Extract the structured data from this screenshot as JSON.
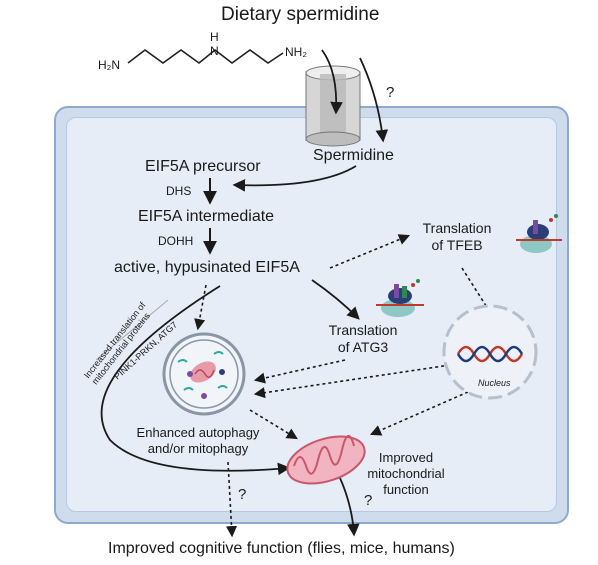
{
  "title": "Dietary spermidine",
  "molecule": {
    "left": "H₂N",
    "nh": "H",
    "n": "N",
    "right": "NH₂"
  },
  "question_mark": "?",
  "spermidine": "Spermidine",
  "eif5a_precursor": "EIF5A precursor",
  "dhs": "DHS",
  "eif5a_intermediate": "EIF5A intermediate",
  "dohh": "DOHH",
  "active_eif5a": "active, hypusinated EIF5A",
  "translation_tfeb": [
    "Translation",
    "of TFEB"
  ],
  "translation_atg3": [
    "Translation",
    "of ATG3"
  ],
  "nucleus": "Nucleus",
  "rotated_label": [
    "Increased translation of",
    "mitochondrial proteins"
  ],
  "rotated_label2": "PINK1-PRKN, ATG7",
  "autophagy": [
    "Enhanced autophagy",
    "and/or mitophagy"
  ],
  "mito_function": [
    "Improved",
    "mitochondrial",
    "function"
  ],
  "outcome": "Improved cognitive function (flies, mice, humans)"
}
